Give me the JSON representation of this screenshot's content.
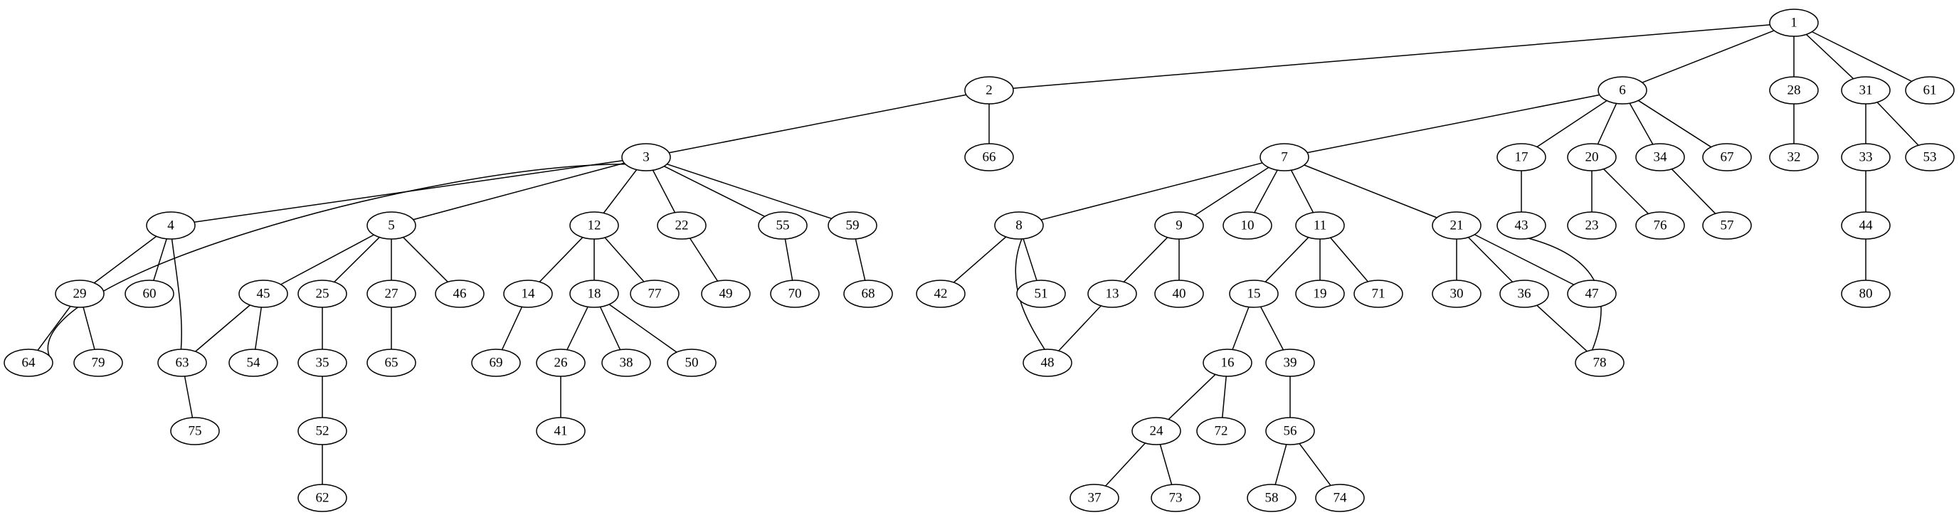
{
  "graph": {
    "nodes": [
      "1",
      "2",
      "3",
      "4",
      "5",
      "6",
      "7",
      "8",
      "9",
      "10",
      "11",
      "12",
      "13",
      "14",
      "15",
      "16",
      "17",
      "18",
      "19",
      "20",
      "21",
      "22",
      "23",
      "24",
      "25",
      "26",
      "27",
      "28",
      "29",
      "30",
      "31",
      "32",
      "33",
      "34",
      "35",
      "36",
      "37",
      "38",
      "39",
      "40",
      "41",
      "42",
      "43",
      "44",
      "45",
      "46",
      "47",
      "48",
      "49",
      "50",
      "51",
      "52",
      "53",
      "54",
      "55",
      "56",
      "57",
      "58",
      "59",
      "60",
      "61",
      "62",
      "63",
      "64",
      "65",
      "66",
      "67",
      "68",
      "69",
      "70",
      "71",
      "72",
      "73",
      "74",
      "75",
      "76",
      "77",
      "78",
      "79",
      "80"
    ],
    "edges": [
      [
        "1",
        "2"
      ],
      [
        "1",
        "6"
      ],
      [
        "1",
        "28"
      ],
      [
        "1",
        "31"
      ],
      [
        "1",
        "61"
      ],
      [
        "2",
        "3"
      ],
      [
        "2",
        "66"
      ],
      [
        "3",
        "64"
      ],
      [
        "3",
        "4"
      ],
      [
        "3",
        "5"
      ],
      [
        "3",
        "12"
      ],
      [
        "3",
        "22"
      ],
      [
        "3",
        "55"
      ],
      [
        "3",
        "59"
      ],
      [
        "4",
        "29"
      ],
      [
        "4",
        "60"
      ],
      [
        "4",
        "63"
      ],
      [
        "5",
        "45"
      ],
      [
        "5",
        "25"
      ],
      [
        "5",
        "27"
      ],
      [
        "5",
        "46"
      ],
      [
        "6",
        "7"
      ],
      [
        "6",
        "17"
      ],
      [
        "6",
        "20"
      ],
      [
        "6",
        "34"
      ],
      [
        "6",
        "67"
      ],
      [
        "7",
        "8"
      ],
      [
        "7",
        "9"
      ],
      [
        "7",
        "10"
      ],
      [
        "7",
        "11"
      ],
      [
        "7",
        "21"
      ],
      [
        "8",
        "42"
      ],
      [
        "8",
        "51"
      ],
      [
        "8",
        "48"
      ],
      [
        "9",
        "13"
      ],
      [
        "9",
        "40"
      ],
      [
        "11",
        "15"
      ],
      [
        "11",
        "19"
      ],
      [
        "11",
        "71"
      ],
      [
        "12",
        "14"
      ],
      [
        "12",
        "18"
      ],
      [
        "12",
        "77"
      ],
      [
        "13",
        "48"
      ],
      [
        "14",
        "69"
      ],
      [
        "15",
        "16"
      ],
      [
        "15",
        "39"
      ],
      [
        "16",
        "24"
      ],
      [
        "16",
        "72"
      ],
      [
        "17",
        "43"
      ],
      [
        "18",
        "26"
      ],
      [
        "18",
        "38"
      ],
      [
        "18",
        "50"
      ],
      [
        "20",
        "23"
      ],
      [
        "20",
        "76"
      ],
      [
        "21",
        "30"
      ],
      [
        "21",
        "36"
      ],
      [
        "21",
        "47"
      ],
      [
        "22",
        "49"
      ],
      [
        "24",
        "37"
      ],
      [
        "24",
        "73"
      ],
      [
        "25",
        "35"
      ],
      [
        "26",
        "41"
      ],
      [
        "27",
        "65"
      ],
      [
        "28",
        "32"
      ],
      [
        "29",
        "64"
      ],
      [
        "29",
        "79"
      ],
      [
        "31",
        "33"
      ],
      [
        "31",
        "53"
      ],
      [
        "33",
        "44"
      ],
      [
        "34",
        "57"
      ],
      [
        "35",
        "52"
      ],
      [
        "36",
        "78"
      ],
      [
        "39",
        "56"
      ],
      [
        "43",
        "78"
      ],
      [
        "44",
        "80"
      ],
      [
        "45",
        "63"
      ],
      [
        "45",
        "54"
      ],
      [
        "52",
        "62"
      ],
      [
        "55",
        "70"
      ],
      [
        "56",
        "58"
      ],
      [
        "56",
        "74"
      ],
      [
        "59",
        "68"
      ],
      [
        "63",
        "75"
      ]
    ]
  }
}
